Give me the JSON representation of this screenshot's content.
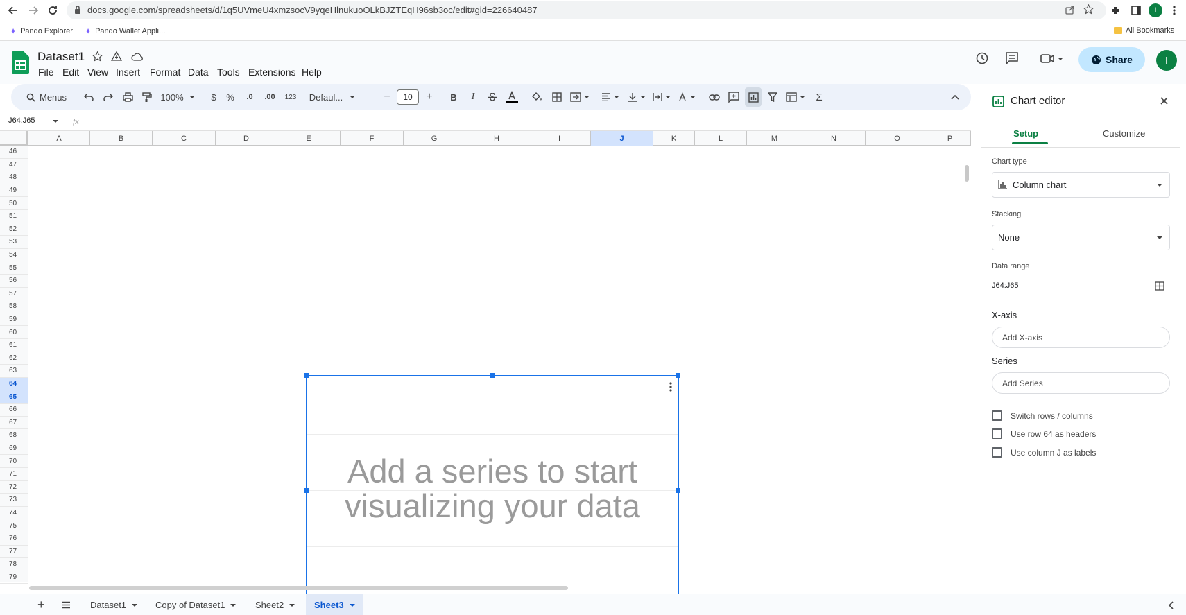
{
  "browser": {
    "url": "docs.google.com/spreadsheets/d/1q5UVmeU4xmzsocV9yqeHlnukuoOLkBJZTEqH96sb3oc/edit#gid=226640487",
    "bookmarks": [
      "Pando Explorer",
      "Pando Wallet Appli..."
    ],
    "all_bookmarks": "All Bookmarks",
    "profile_initial": "I"
  },
  "doc": {
    "title": "Dataset1",
    "menus": [
      "File",
      "Edit",
      "View",
      "Insert",
      "Format",
      "Data",
      "Tools",
      "Extensions",
      "Help"
    ],
    "share_label": "Share",
    "avatar_initial": "I"
  },
  "toolbar": {
    "search_label": "Menus",
    "zoom": "100%",
    "currency": "$",
    "percent": "%",
    "dec_decrease": ".0",
    "dec_increase": ".00",
    "number_format": "123",
    "font": "Defaul...",
    "font_size": "10",
    "bold": "B",
    "italic": "I",
    "sum": "Σ"
  },
  "formula_bar": {
    "name_box": "J64:J65",
    "fx": "fx"
  },
  "grid": {
    "columns": [
      "A",
      "B",
      "C",
      "D",
      "E",
      "F",
      "G",
      "H",
      "I",
      "J",
      "K",
      "L",
      "M",
      "N",
      "O",
      "P"
    ],
    "selected_column": "J",
    "rows": [
      "46",
      "47",
      "48",
      "49",
      "50",
      "51",
      "52",
      "53",
      "54",
      "55",
      "56",
      "57",
      "58",
      "59",
      "60",
      "61",
      "62",
      "63",
      "64",
      "65",
      "66",
      "67",
      "68",
      "69",
      "70",
      "71",
      "72",
      "73",
      "74",
      "75",
      "76",
      "77",
      "78",
      "79"
    ],
    "selected_rows": [
      "64",
      "65"
    ]
  },
  "chart": {
    "message_line1": "Add a series to start",
    "message_line2": "visualizing your data"
  },
  "sheets": {
    "add": "+",
    "tabs": [
      "Dataset1",
      "Copy of Dataset1",
      "Sheet2",
      "Sheet3"
    ],
    "active": "Sheet3"
  },
  "editor": {
    "title": "Chart editor",
    "tabs": [
      "Setup",
      "Customize"
    ],
    "chart_type_label": "Chart type",
    "chart_type_value": "Column chart",
    "stacking_label": "Stacking",
    "stacking_value": "None",
    "data_range_label": "Data range",
    "data_range_value": "J64:J65",
    "xaxis_label": "X-axis",
    "xaxis_placeholder": "Add X-axis",
    "series_label": "Series",
    "series_placeholder": "Add Series",
    "checkboxes": [
      "Switch rows / columns",
      "Use row 64 as headers",
      "Use column J as labels"
    ]
  },
  "colors": {
    "accent": "#1a73e8",
    "sheets_green": "#0b8043",
    "share_bg": "#c2e7ff"
  }
}
